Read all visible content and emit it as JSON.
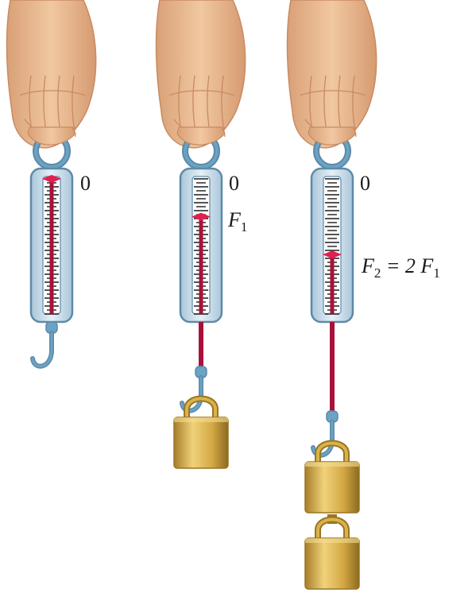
{
  "colors": {
    "skin": "#e9b98f",
    "skin_shade": "#c98a62",
    "spring_body": "#c8dcea",
    "spring_outline": "#5e8aa7",
    "hook": "#6aa3c4",
    "red": "#a8123a",
    "red_marker": "#e0204f",
    "brass": "#d9b24a",
    "brass_dark": "#9a7524"
  },
  "icons": [
    "hand-icon",
    "spring-scale-icon",
    "hook-icon",
    "weight-icon"
  ],
  "scales": [
    {
      "zero_label": "0",
      "force_label": {
        "symbol": "",
        "subscript": "",
        "suffix": ""
      },
      "extension_fraction": 0,
      "weights": 0
    },
    {
      "zero_label": "0",
      "force_label": {
        "symbol": "F",
        "subscript": "1",
        "suffix": ""
      },
      "extension_fraction": 0.28,
      "weights": 1
    },
    {
      "zero_label": "0",
      "force_label": {
        "symbol": "F",
        "subscript": "2",
        "suffix": " = 2 F",
        "suffix_subscript": "1"
      },
      "extension_fraction": 0.56,
      "weights": 2
    }
  ]
}
